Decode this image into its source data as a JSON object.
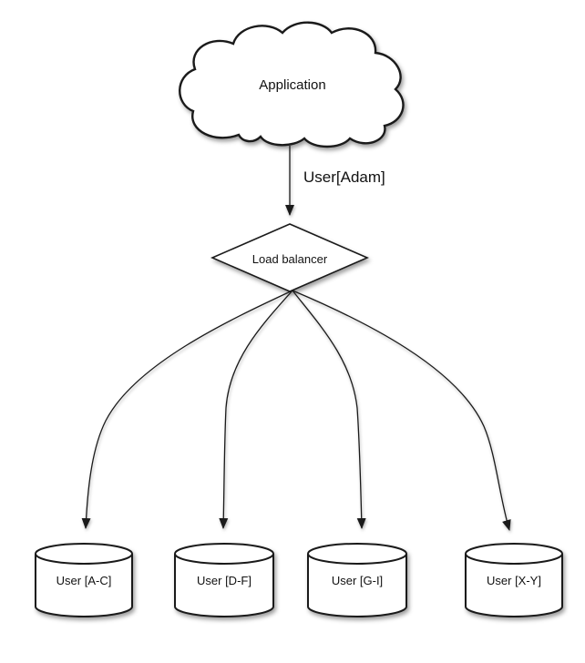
{
  "diagram": {
    "background_color": "#ffffff",
    "stroke_color": "#1a1a1a",
    "shape_fill_color": "#ffffff",
    "nodes": {
      "application": {
        "label": "Application",
        "shape": "cloud"
      },
      "load_balancer": {
        "label": "Load balancer",
        "shape": "diamond"
      },
      "databases": [
        {
          "label": "User [A-C]",
          "shape": "cylinder"
        },
        {
          "label": "User [D-F]",
          "shape": "cylinder"
        },
        {
          "label": "User [G-I]",
          "shape": "cylinder"
        },
        {
          "label": "User [X-Y]",
          "shape": "cylinder"
        }
      ]
    },
    "edges": {
      "app_to_load_balancer": {
        "label": "User[Adam]"
      }
    }
  }
}
